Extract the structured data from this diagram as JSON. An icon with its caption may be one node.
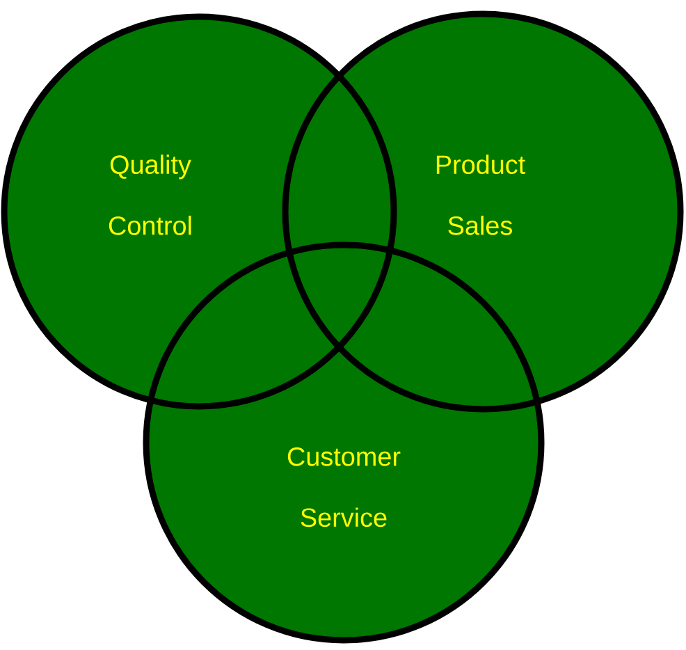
{
  "diagram": {
    "nodes": [
      {
        "text": [
          "Quality Control"
        ]
      },
      {
        "text": [
          "Product Sales"
        ]
      },
      {
        "text": [
          "Customer Service"
        ]
      }
    ]
  }
}
